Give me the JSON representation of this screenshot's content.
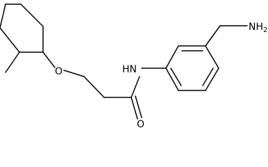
{
  "molecule": {
    "atom_labels": {
      "ether_oxygen": "O",
      "amide_nitrogen": "HN",
      "carbonyl_oxygen": "O",
      "amine": "NH",
      "amine_subscript": "2"
    }
  },
  "colors": {
    "bond": "#000000",
    "text": "#000000",
    "background": "#ffffff"
  }
}
